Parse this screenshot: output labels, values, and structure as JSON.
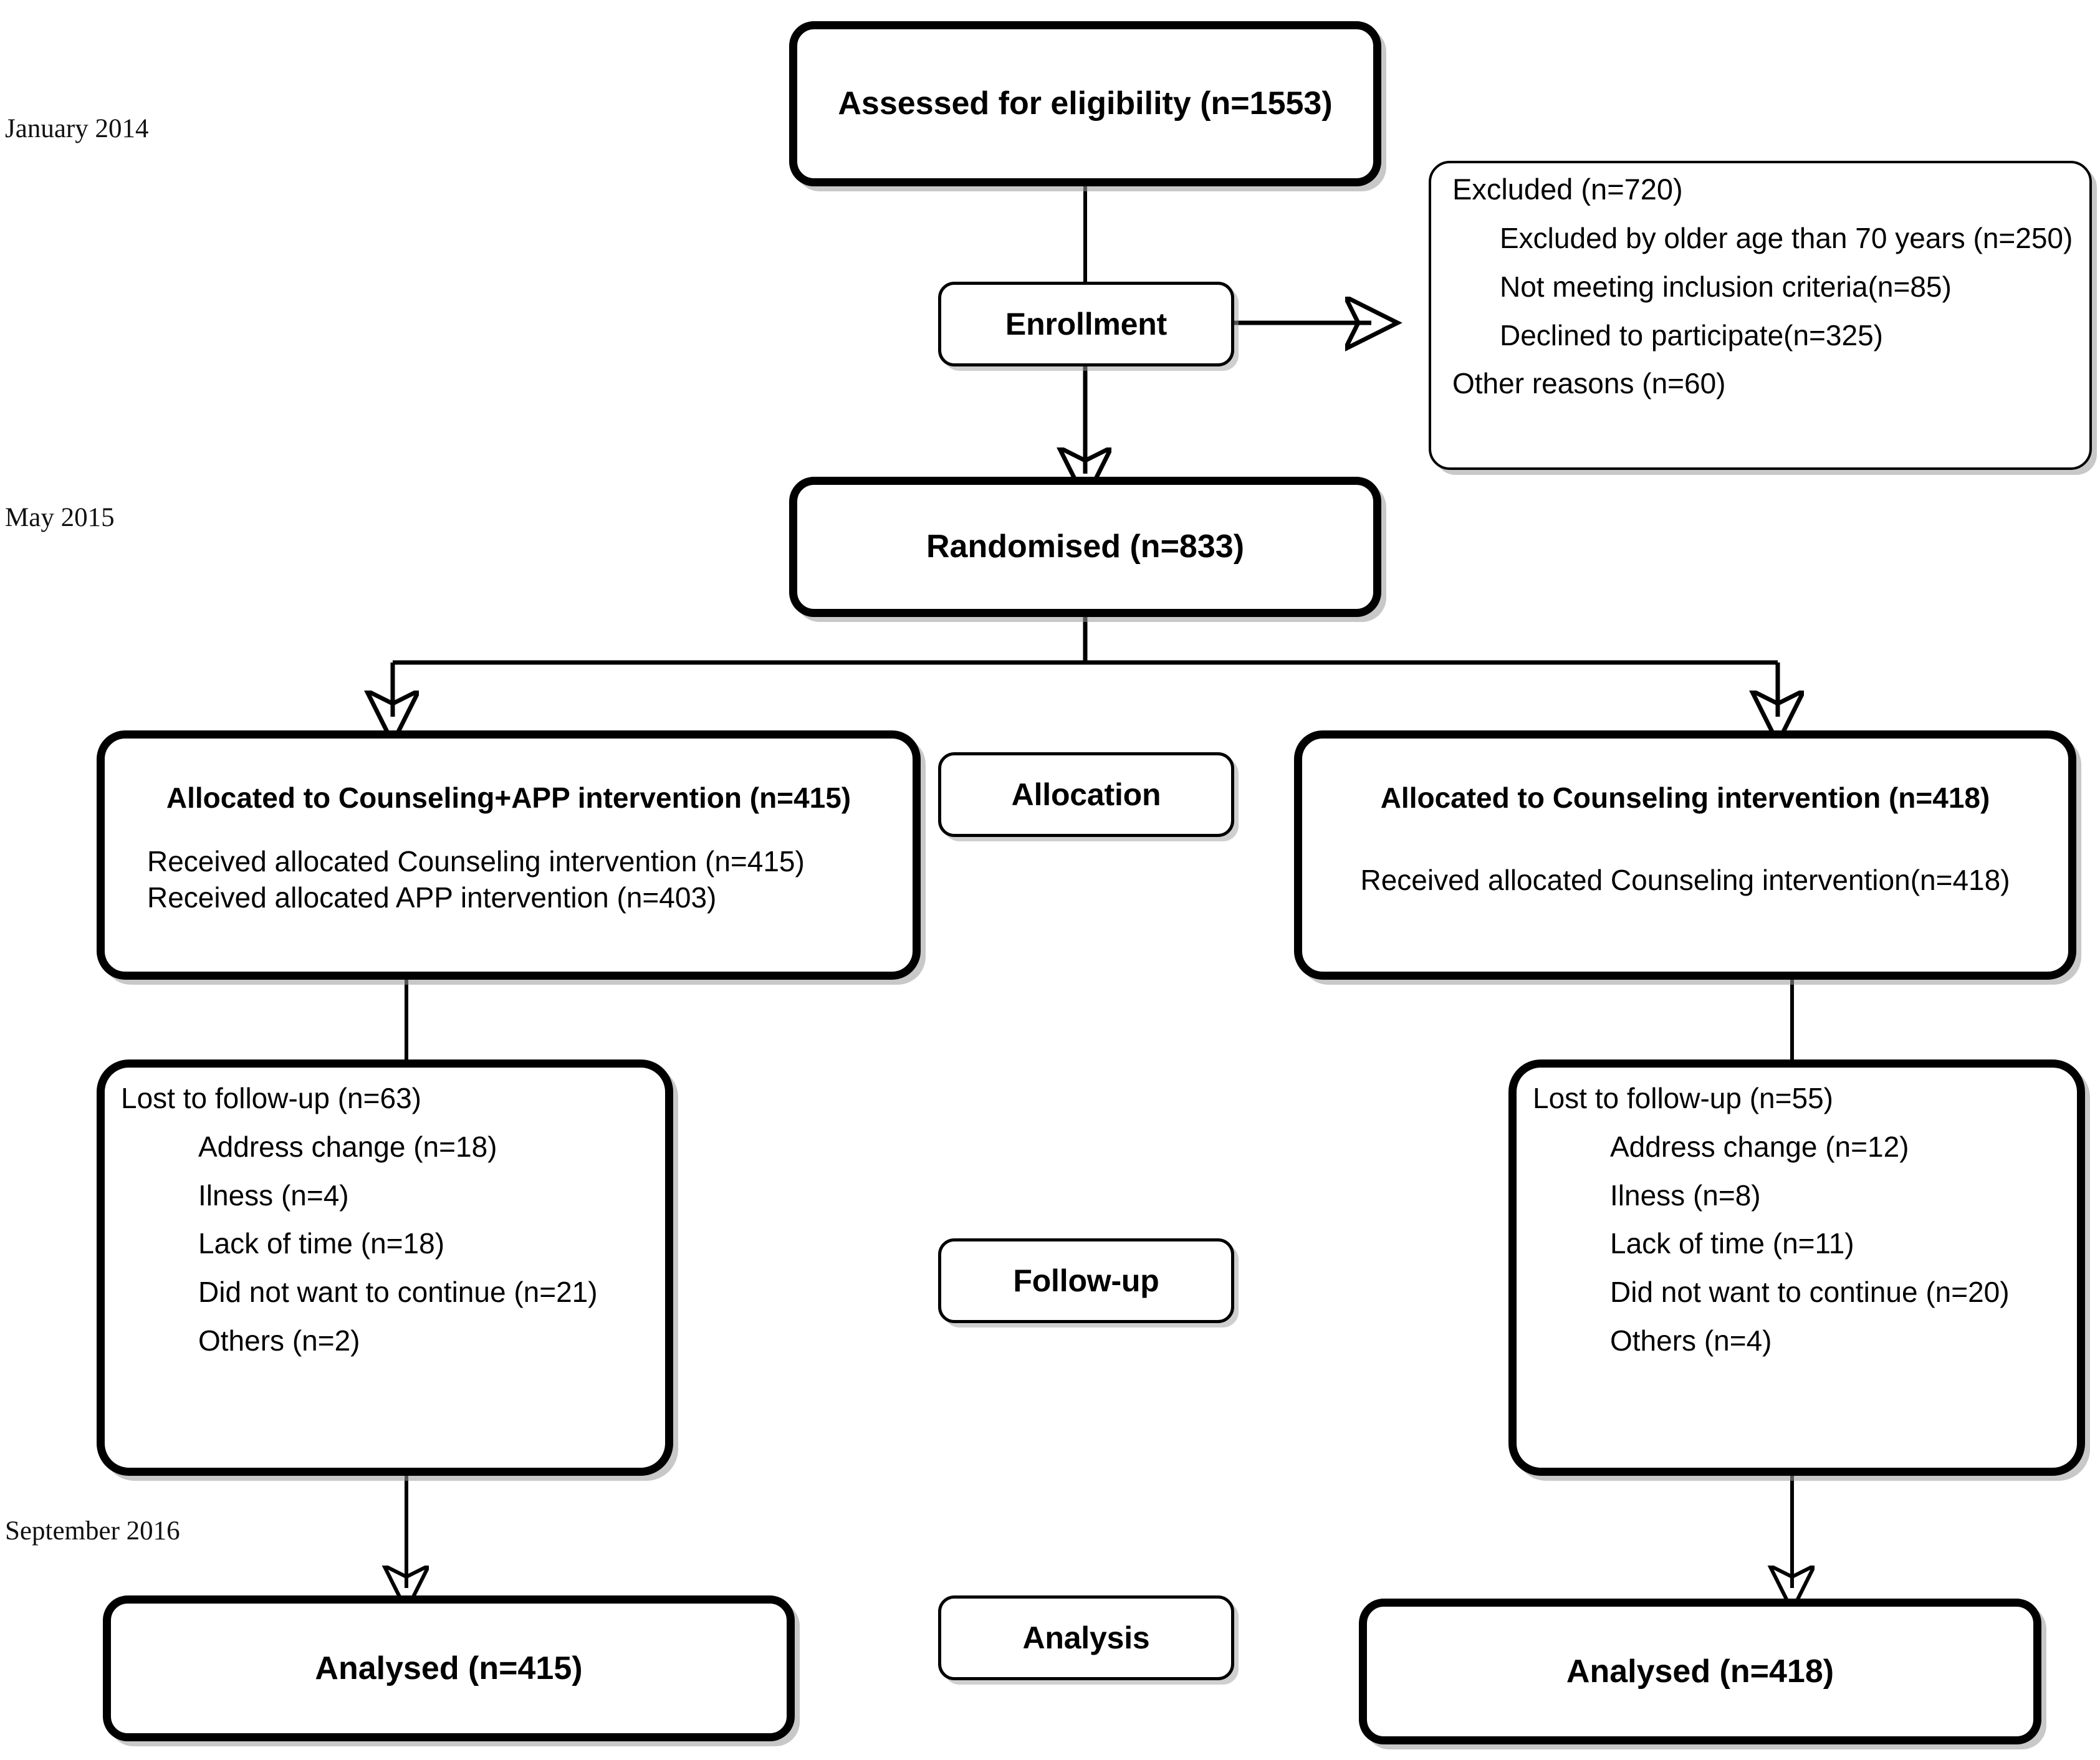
{
  "diagram": {
    "title": "CONSORT participant flow diagram",
    "accent_color": "#000000",
    "background_color": "#ffffff"
  },
  "timeline": {
    "start": "January 2014",
    "middle": "May 2015",
    "end": "September 2016"
  },
  "stages": {
    "enrollment": "Enrollment",
    "allocation": "Allocation",
    "followup": "Follow-up",
    "analysis": "Analysis"
  },
  "eligibility": {
    "label": "Assessed for eligibility (n=1553)"
  },
  "excluded": {
    "heading": "Excluded (n=720)",
    "reasons": [
      "Excluded by older age than 70 years (n=250)",
      "Not meeting inclusion criteria(n=85)",
      "Declined to participate(n=325)"
    ],
    "other": "Other reasons (n=60)"
  },
  "randomised": {
    "label": "Randomised (n=833)"
  },
  "arms": {
    "left": {
      "allocation_heading": "Allocated to Counseling+APP intervention (n=415)",
      "allocation_details": [
        "Received allocated  Counseling intervention (n=415)",
        "Received allocated APP intervention (n=403)"
      ],
      "lost_heading": "Lost to follow-up (n=63)",
      "lost_reasons": [
        "Address change (n=18)",
        "Ilness (n=4)",
        "Lack of time (n=18)",
        "Did not want to continue (n=21)",
        "Others (n=2)"
      ],
      "analysed": "Analysed (n=415)"
    },
    "right": {
      "allocation_heading": "Allocated to Counseling intervention (n=418)",
      "allocation_details": [
        "Received allocated Counseling intervention(n=418)"
      ],
      "lost_heading": "Lost to follow-up (n=55)",
      "lost_reasons": [
        "Address change (n=12)",
        "Ilness  (n=8)",
        "Lack of time (n=11)",
        "Did not want to continue (n=20)",
        "Others (n=4)"
      ],
      "analysed": "Analysed (n=418)"
    }
  }
}
